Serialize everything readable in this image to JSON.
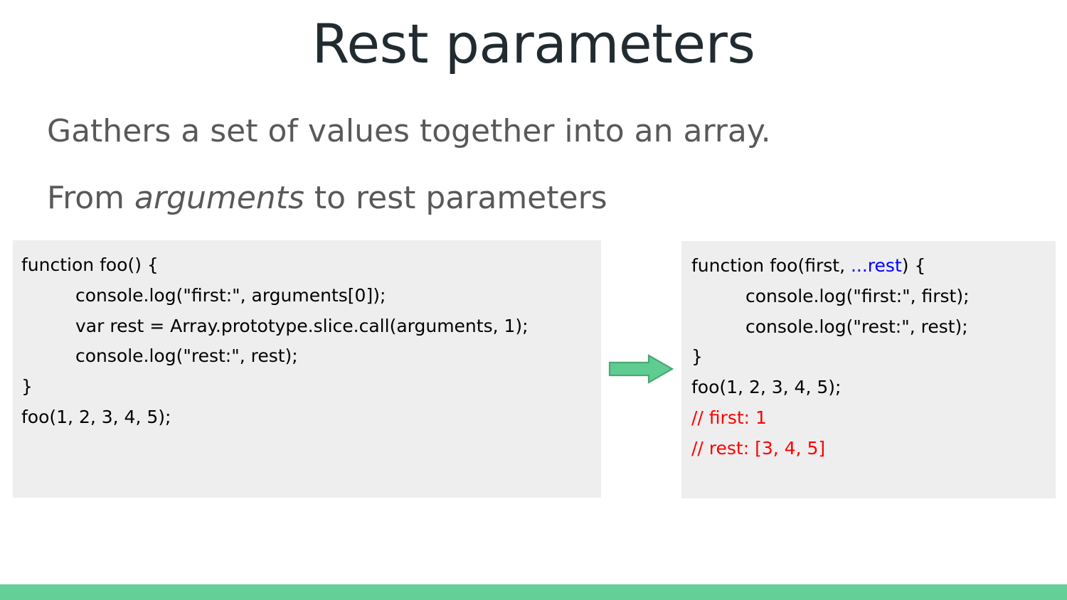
{
  "slide": {
    "title": "Rest parameters",
    "bullets": [
      {
        "id": "bullet-1",
        "text": "Gathers a set of values together into an array."
      },
      {
        "id": "bullet-2",
        "prefix": "From ",
        "emphasis": "arguments",
        "suffix": " to rest parameters"
      }
    ],
    "code_left": {
      "label": "arguments-example",
      "lines": [
        {
          "text": "function foo() {",
          "indent": false
        },
        {
          "text": "console.log(\"first:\", arguments[0]);",
          "indent": true
        },
        {
          "text": "var rest = Array.prototype.slice.call(arguments, 1);",
          "indent": true
        },
        {
          "text": "console.log(\"rest:\", rest);",
          "indent": true
        },
        {
          "text": "}",
          "indent": false
        },
        {
          "text": "foo(1, 2, 3, 4, 5);",
          "indent": false
        }
      ]
    },
    "code_right": {
      "label": "rest-parameters-example",
      "lines": [
        {
          "indent": false,
          "comment": false,
          "pre": "function foo(first, ",
          "highlight": "...rest",
          "post": ") {"
        },
        {
          "indent": true,
          "comment": false,
          "text": "console.log(\"first:\", first);"
        },
        {
          "indent": true,
          "comment": false,
          "text": "console.log(\"rest:\", rest);"
        },
        {
          "indent": false,
          "comment": false,
          "text": "}"
        },
        {
          "indent": false,
          "comment": false,
          "text": "foo(1, 2, 3, 4, 5);"
        },
        {
          "indent": false,
          "comment": true,
          "text": "// first: 1"
        },
        {
          "indent": false,
          "comment": true,
          "text": "// rest: [3, 4, 5]"
        }
      ]
    },
    "arrow": {
      "name": "right-arrow-icon",
      "direction": "right"
    },
    "colors": {
      "title_text": "#212b30",
      "body_text": "#595959",
      "code_background": "#eeeeee",
      "code_text": "#000000",
      "highlight_blue": "#0000ff",
      "comment_red": "#ff0000",
      "accent_green": "#64cf96",
      "arrow_fill": "#5fcd92",
      "arrow_stroke": "#49a874",
      "slide_background": "#ffffff"
    }
  }
}
